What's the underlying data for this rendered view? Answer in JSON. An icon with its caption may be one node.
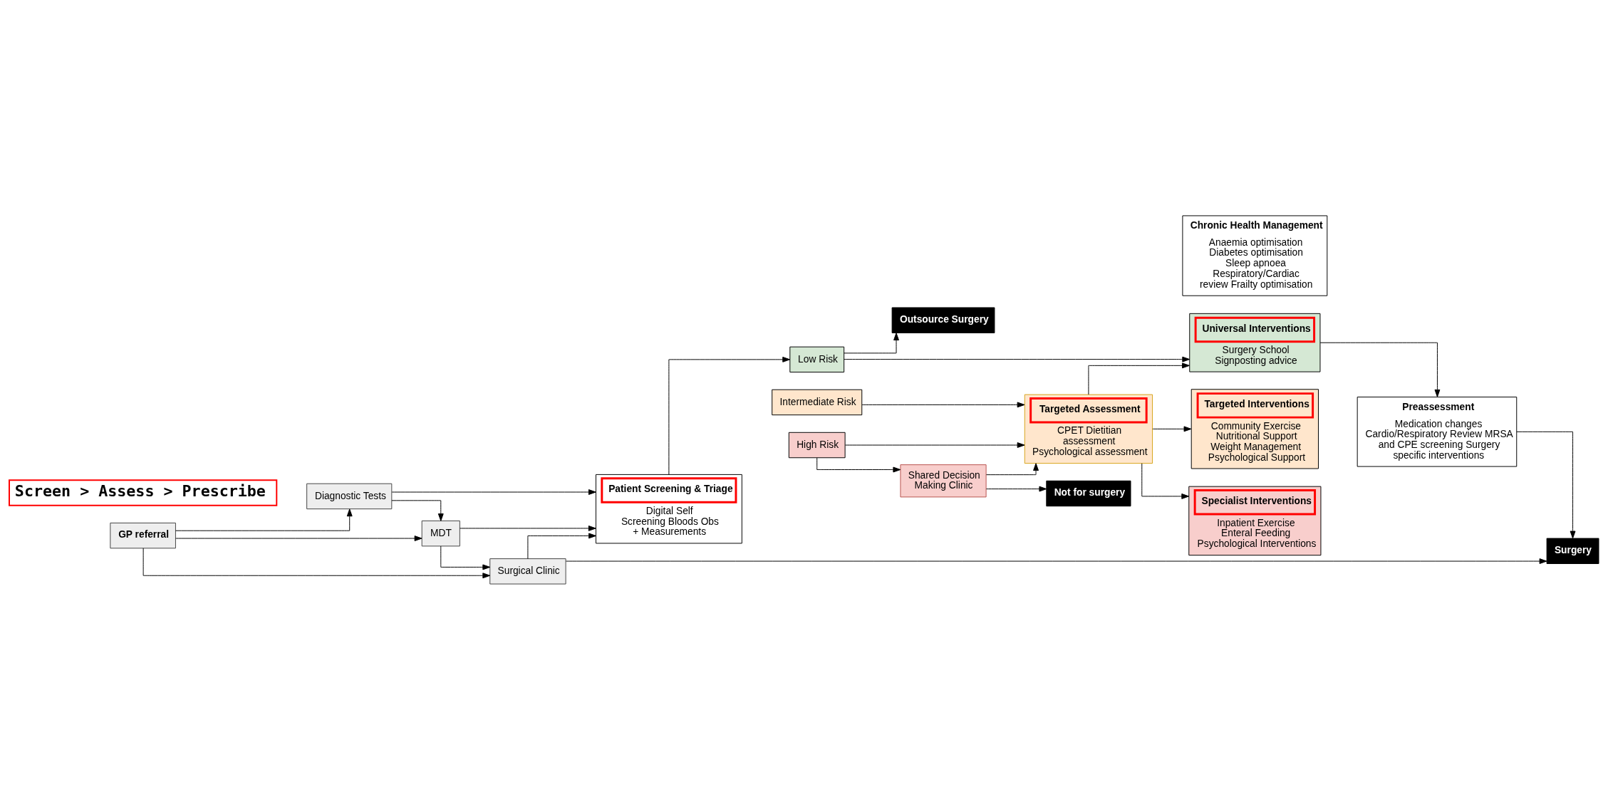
{
  "diagram": {
    "nodes": [
      {
        "text": [
          "GP referral"
        ]
      },
      {
        "text": [
          "Diagnostic Tests"
        ]
      },
      {
        "text": [
          "MDT"
        ]
      },
      {
        "text": [
          "Surgical Clinic"
        ]
      },
      {
        "text": [
          "Patient Screening & Triage",
          "Digital Self Screening Bloods Obs + Measurements"
        ]
      },
      {
        "text": [
          "Outsource Surgery"
        ]
      },
      {
        "text": [
          "Low Risk"
        ]
      },
      {
        "text": [
          "Intermediate Risk"
        ]
      },
      {
        "text": [
          "High Risk"
        ]
      },
      {
        "text": [
          "Targeted Assessment",
          "CPET Dietitian assessment Psychological assessment"
        ]
      },
      {
        "text": [
          "Not for surgery"
        ]
      },
      {
        "text": [
          "Shared Decision Making Clinic"
        ]
      },
      {
        "text": [
          "Chronic Health Management",
          "Anaemia optimisation Diabetes optimisation Sleep apnoea Respiratory/Cardiac review Frailty optimisation"
        ]
      },
      {
        "text": [
          "Universal Interventions",
          "Surgery School Signposting advice"
        ]
      },
      {
        "text": [
          "Targeted Interventions",
          "Community Exercise Nutritional Support Weight Management Psychological Support"
        ]
      },
      {
        "text": [
          "Specialist Interventions",
          "Inpatient Exercise Enteral Feeding Psychological Interventions"
        ]
      },
      {
        "text": [
          "Preassessment",
          "Medication changes Cardio/Respiratory Review MRSA and CPE screening Surgery specific interventions"
        ]
      },
      {
        "text": [
          "Surgery"
        ]
      }
    ],
    "edges": [
      {
        "from": 0,
        "to": 1,
        "arrow": "to"
      },
      {
        "from": 0,
        "to": 2,
        "arrow": "to"
      },
      {
        "from": 0,
        "to": 3,
        "arrow": "to"
      },
      {
        "from": 1,
        "to": 2,
        "arrow": "to"
      },
      {
        "from": 2,
        "to": 3,
        "arrow": "to"
      },
      {
        "from": 1,
        "to": 4,
        "arrow": "to"
      },
      {
        "from": 2,
        "to": 4,
        "arrow": "to"
      },
      {
        "from": 3,
        "to": 4,
        "arrow": "to"
      },
      {
        "from": 3,
        "to": 17,
        "arrow": "to"
      },
      {
        "from": 4,
        "to": 6,
        "arrow": "to"
      },
      {
        "from": 6,
        "to": 5,
        "arrow": "to"
      },
      {
        "from": 6,
        "to": 13,
        "arrow": "to"
      },
      {
        "from": 7,
        "to": 9,
        "arrow": "to"
      },
      {
        "from": 8,
        "to": 9,
        "arrow": "to"
      },
      {
        "from": 8,
        "to": 11,
        "arrow": "to"
      },
      {
        "from": 11,
        "to": 10,
        "arrow": "to"
      },
      {
        "from": 11,
        "to": 9,
        "arrow": "to"
      },
      {
        "from": 9,
        "to": 13,
        "arrow": "to"
      },
      {
        "from": 9,
        "to": 14,
        "arrow": "to"
      },
      {
        "from": 9,
        "to": 15,
        "arrow": "to"
      },
      {
        "from": 13,
        "to": 16,
        "arrow": "to"
      },
      {
        "from": 16,
        "to": 17,
        "arrow": "to"
      }
    ],
    "labels": [
      "Screen > Assess > Prescribe"
    ]
  }
}
